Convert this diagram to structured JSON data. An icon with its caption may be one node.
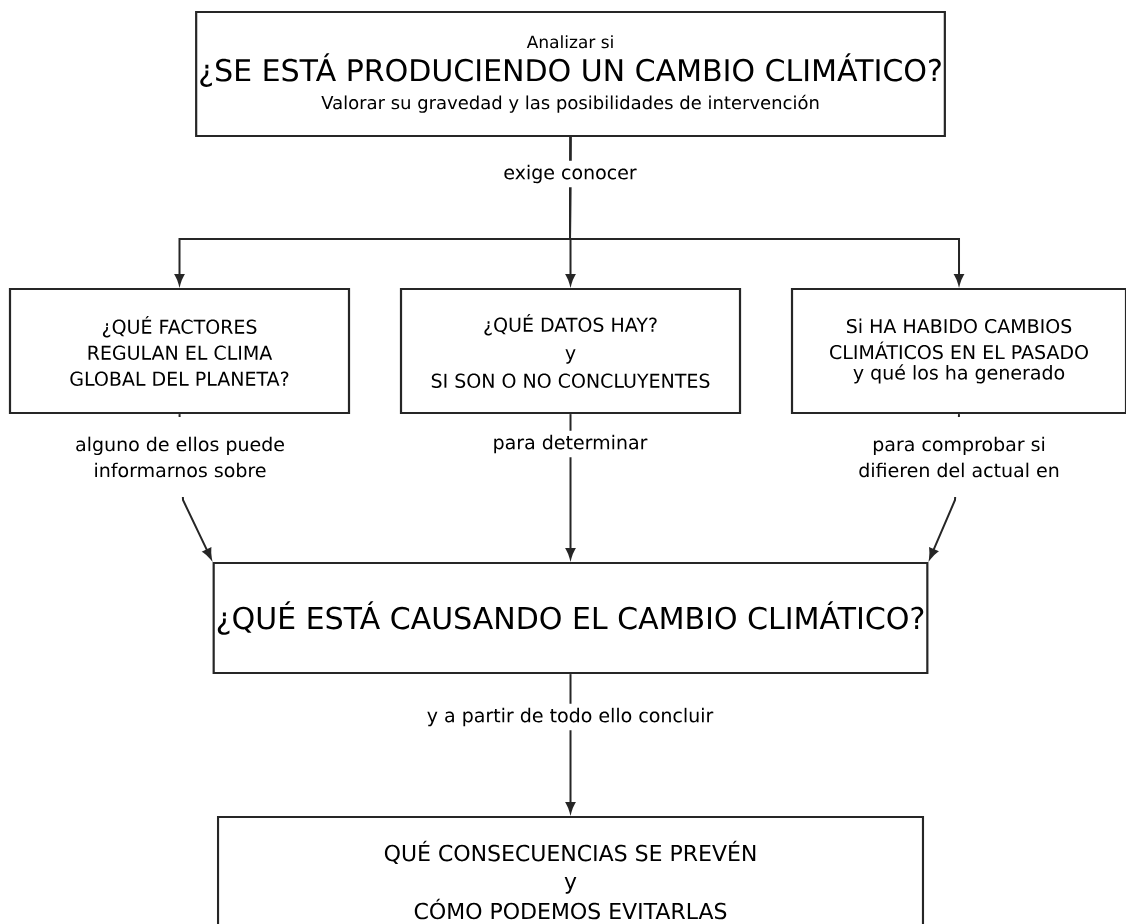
{
  "diagram": {
    "nodes": [
      {
        "text": [
          "Analizar si",
          "¿SE ESTÁ PRODUCIENDO UN CAMBIO CLIMÁTICO?",
          "Valorar su gravedad y las posibilidades de intervención"
        ]
      },
      {
        "text": [
          "¿QUÉ FACTORES REGULAN EL CLIMA GLOBAL DEL PLANETA?"
        ]
      },
      {
        "text": [
          "¿QUÉ DATOS HAY?",
          "y",
          "SI SON O NO CONCLUYENTES"
        ]
      },
      {
        "text": [
          "Si HA HABIDO CAMBIOS CLIMÁTICOS EN EL PASADO",
          "y qué los ha generado"
        ]
      },
      {
        "text": [
          "¿QUÉ ESTÁ CAUSANDO EL CAMBIO CLIMÁTICO?"
        ]
      },
      {
        "text": [
          "QUÉ CONSECUENCIAS SE PREVÉN",
          "y",
          "CÓMO PODEMOS EVITARLAS"
        ]
      }
    ],
    "edges": [
      {
        "from": 0,
        "to": 1,
        "arrow": "to"
      },
      {
        "from": 0,
        "to": 2,
        "arrow": "to",
        "label": "exige conocer"
      },
      {
        "from": 0,
        "to": 3,
        "arrow": "to"
      },
      {
        "from": 1,
        "to": 4,
        "arrow": "to",
        "label": "alguno de ellos puede informarnos sobre"
      },
      {
        "from": 2,
        "to": 4,
        "arrow": "to",
        "label": "para determinar"
      },
      {
        "from": 3,
        "to": 4,
        "arrow": "to",
        "label": "para comprobar si difieren del actual en"
      },
      {
        "from": 4,
        "to": 5,
        "arrow": "to",
        "label": "y a partir de todo ello concluir"
      }
    ]
  }
}
